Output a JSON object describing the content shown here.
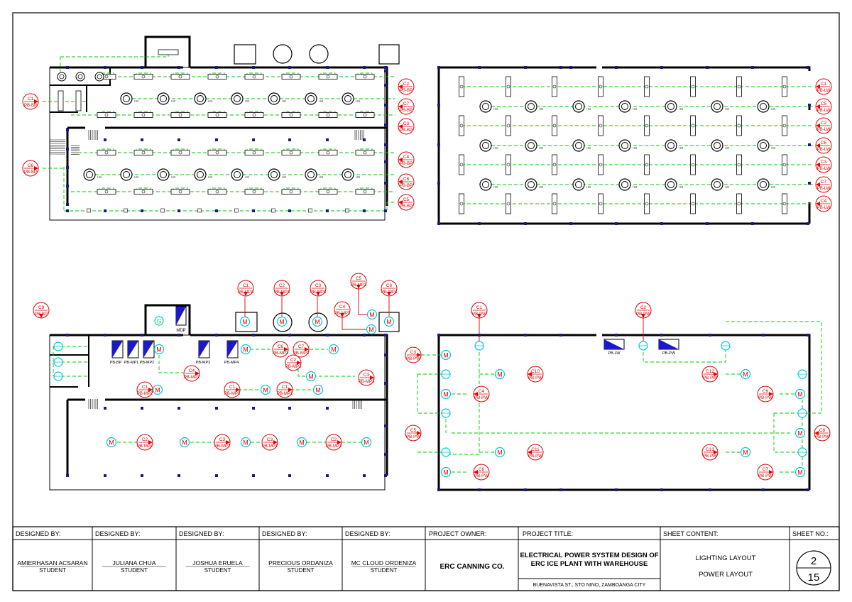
{
  "colors": {
    "line": "#000000",
    "circuit": "#00c800",
    "home_run": "#e00000",
    "motor": "#00c8d8",
    "column": "#1a1a80",
    "panel_fill": "#1a1acc"
  },
  "lighting_bldg": {
    "fixture_tag": "HB",
    "left_panels": [
      {
        "circuit": "C1",
        "panel": "PB-BP"
      },
      {
        "circuit": "C6",
        "panel": "PB-BP"
      }
    ],
    "right_panels": [
      {
        "circuit": "C2",
        "panel": "PB-BP"
      },
      {
        "circuit": "C7",
        "panel": "PB-BP"
      },
      {
        "circuit": "C3",
        "panel": "PB-BP"
      },
      {
        "circuit": "C4",
        "panel": "PB-BP"
      },
      {
        "circuit": "C8",
        "panel": "PB-BP"
      },
      {
        "circuit": "C5",
        "panel": "PB-BP"
      }
    ]
  },
  "lighting_wh": {
    "fixture_tag": "HB",
    "right_panels": [
      {
        "circuit": "C1",
        "panel": "PB-LW"
      },
      {
        "circuit": "C5",
        "panel": "PB-LW"
      },
      {
        "circuit": "C2",
        "panel": "PB-LW"
      },
      {
        "circuit": "C6",
        "panel": "PB-LW"
      },
      {
        "circuit": "C3",
        "panel": "PB-LW"
      },
      {
        "circuit": "C7",
        "panel": "PB-LW"
      },
      {
        "circuit": "C4",
        "panel": "PB-LW"
      }
    ]
  },
  "power_bldg": {
    "motor_symbol": "M",
    "generator_symbol": "G",
    "mdp_label": "MDP",
    "panels": [
      "PB-BP",
      "PB-MP1",
      "PB-MP2",
      "PB-MP3",
      "PB-MP4"
    ],
    "top_markers": [
      {
        "circuit": "C9",
        "panel": "PB-BP"
      },
      {
        "circuit": "C1",
        "panel": "PB-MP4"
      },
      {
        "circuit": "C2",
        "panel": "PB-MP4"
      },
      {
        "circuit": "C3",
        "panel": "PB-MP4"
      },
      {
        "circuit": "C5",
        "panel": "PB-MP3"
      },
      {
        "circuit": "C4",
        "panel": "PB-MP3"
      },
      {
        "circuit": "C6",
        "panel": "PB-MP4"
      }
    ],
    "inner_markers": [
      {
        "circuit": "C6",
        "panel": "PB-MP3"
      },
      {
        "circuit": "C7",
        "panel": "PB-MP3"
      },
      {
        "circuit": "C4",
        "panel": "PB-MP2"
      },
      {
        "circuit": "C2",
        "panel": "PB-MP3"
      },
      {
        "circuit": "C3",
        "panel": "PB-MP3"
      },
      {
        "circuit": "C1",
        "panel": "PB-MP2"
      },
      {
        "circuit": "C1",
        "panel": "PB-MP3"
      },
      {
        "circuit": "C1",
        "panel": "PB-MP1"
      },
      {
        "circuit": "C2",
        "panel": "PB-MP2"
      },
      {
        "circuit": "C3",
        "panel": "PB-MP2"
      },
      {
        "circuit": "C3",
        "panel": "PB-MP1"
      },
      {
        "circuit": "C2",
        "panel": "PB-MP1"
      }
    ]
  },
  "power_wh": {
    "motor_symbol": "M",
    "panels": [
      "PB-LW",
      "PB-PW"
    ],
    "markers": [
      {
        "circuit": "C1",
        "panel": "PB-PW"
      },
      {
        "circuit": "C2",
        "panel": "PB-PW"
      },
      {
        "circuit": "C3",
        "panel": "PB-PW"
      },
      {
        "circuit": "C4",
        "panel": "PB-PW"
      },
      {
        "circuit": "C5",
        "panel": "PB-PW"
      },
      {
        "circuit": "C6",
        "panel": "PB-PW"
      },
      {
        "circuit": "C10",
        "panel": "PB-PW"
      },
      {
        "circuit": "C11",
        "panel": "PB-PW"
      },
      {
        "circuit": "C12",
        "panel": "PB-PW"
      },
      {
        "circuit": "C13",
        "panel": "PB-PW"
      },
      {
        "circuit": "C9",
        "panel": "PB-PW"
      },
      {
        "circuit": "C8",
        "panel": "PB-PW"
      },
      {
        "circuit": "C7",
        "panel": "PB-PW"
      }
    ]
  },
  "title_block": {
    "designers": [
      {
        "header": "DESIGNED BY:",
        "name": "AMIERHASAN ACSARAN",
        "role": "STUDENT"
      },
      {
        "header": "DESIGNED BY:",
        "name": "JULIANA CHUA",
        "role": "STUDENT"
      },
      {
        "header": "DESIGNED BY:",
        "name": "JOSHUA ERUELA",
        "role": "STUDENT"
      },
      {
        "header": "DESIGNED BY:",
        "name": "PRECIOUS ORDANIZA",
        "role": "STUDENT"
      },
      {
        "header": "DESIGNED BY:",
        "name": "MC CLOUD ORDENIZA",
        "role": "STUDENT"
      }
    ],
    "owner_header": "PROJECT OWNER:",
    "owner": "ERC CANNING CO.",
    "title_header": "PROJECT TITLE:",
    "title_line1": "ELECTRICAL POWER SYSTEM DESIGN OF",
    "title_line2": "ERC ICE PLANT WITH WAREHOUSE",
    "address": "BUENAVISTA ST., STO NINO, ZAMBOANGA CITY",
    "content_header": "SHEET CONTENT:",
    "content_line1": "LIGHTING LAYOUT",
    "content_line2": "POWER LAYOUT",
    "sheet_header": "SHEET NO.:",
    "sheet_no": "2",
    "sheet_total": "15"
  }
}
